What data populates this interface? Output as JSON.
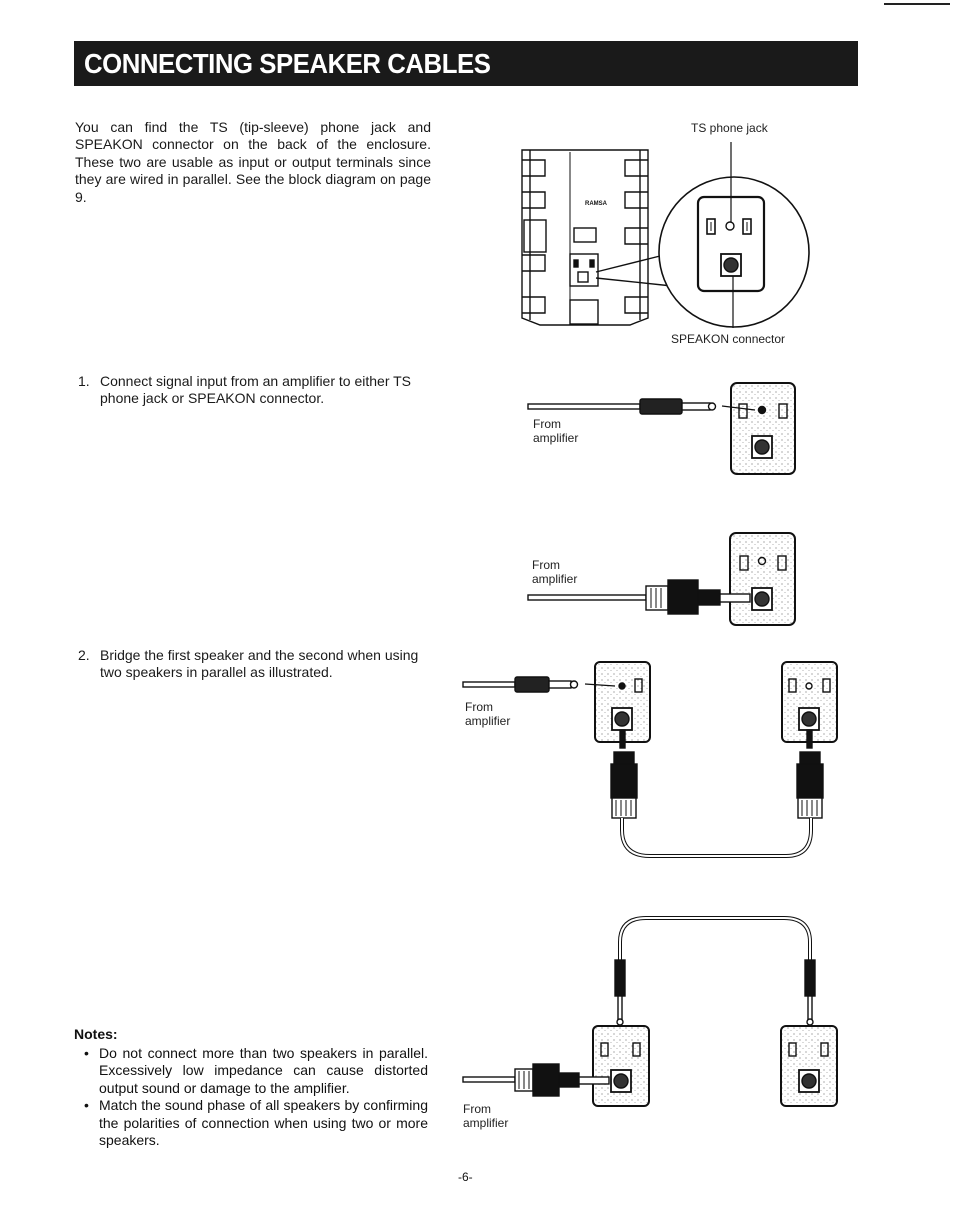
{
  "header": {
    "title": "CONNECTING SPEAKER CABLES"
  },
  "intro": "You can find the TS (tip-sleeve) phone jack and SPEAKON connector on the back of the enclosure. These two are usable as input or output terminals since they are wired in parallel. See the block diagram on page 9.",
  "steps": [
    {
      "number": "1.",
      "text": "Connect signal input from an amplifier to either TS phone jack or SPEAKON connector."
    },
    {
      "number": "2.",
      "text": "Bridge the first speaker and the second when using two speakers in parallel as illustrated."
    }
  ],
  "notes": {
    "title": "Notes:",
    "bullet": "•",
    "items": [
      "Do not connect more than two speakers in parallel. Excessively low impedance can cause distorted output sound or damage to the amplifier.",
      "Match the sound phase of all speakers by confirming the polarities of connection when using two or more speakers."
    ]
  },
  "figure_labels": {
    "ts_phone_jack": "TS phone jack",
    "speakon_connector": "SPEAKON connector",
    "from": "From",
    "amplifier": "amplifier",
    "brand": "RAMSA"
  },
  "footer": {
    "page_number": "-6-"
  }
}
